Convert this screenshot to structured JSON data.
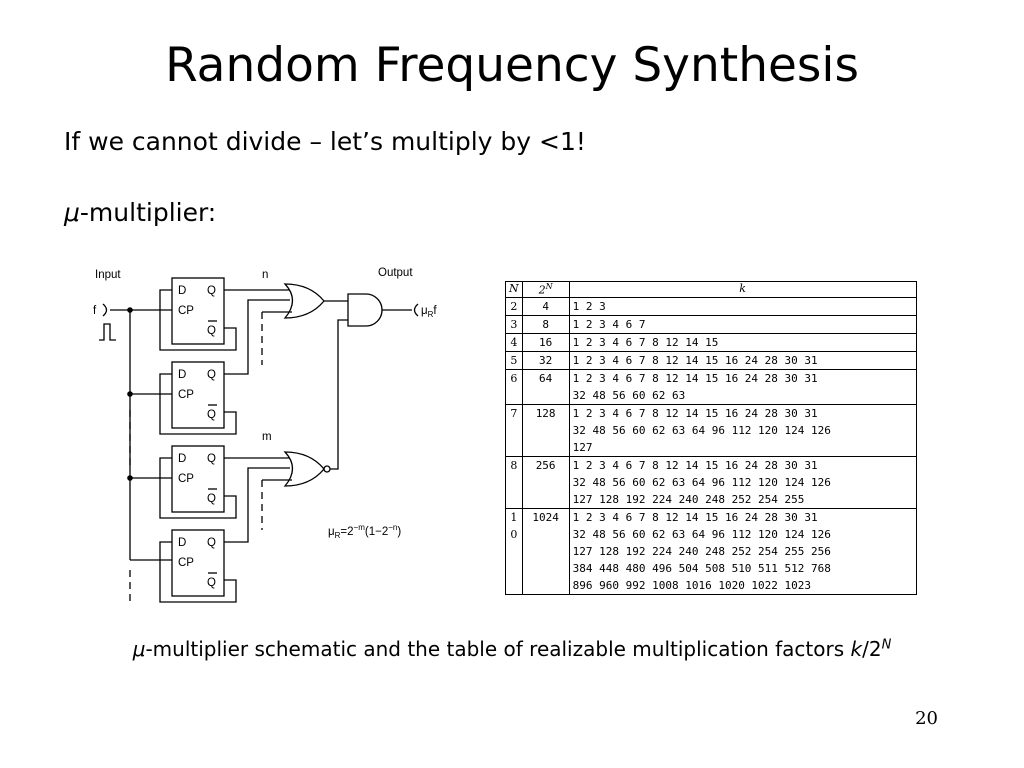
{
  "slide": {
    "title": "Random Frequency Synthesis",
    "line1": "If we cannot divide – let’s multiply by <1!",
    "line2_sym": "μ",
    "line2_rest": "-multiplier:",
    "caption_sym": "μ",
    "caption_text": "-multiplier schematic and the table of realizable multiplication factors ",
    "caption_k": "k",
    "caption_slash": "/2",
    "caption_sup": "N",
    "page_number": "20"
  },
  "schematic": {
    "input_label": "Input",
    "output_label": "Output",
    "n_label": "n",
    "m_label": "m",
    "f_label": "f",
    "ff_labels": {
      "d": "D",
      "q": "Q",
      "cp": "CP",
      "qbar": "Q"
    },
    "out_mu": "μ",
    "out_sub": "R",
    "out_f": "f",
    "formula_mu": "μ",
    "formula_sub": "R",
    "formula_base": "=2",
    "formula_exp1": "−m",
    "formula_mid": "(1−2",
    "formula_exp2": "−n",
    "formula_end": ")"
  },
  "table": {
    "headers": {
      "n": "N",
      "pow_base": "2",
      "pow_sup": "N",
      "k": "k"
    },
    "rows": [
      {
        "n": "2",
        "pow": "4",
        "k": [
          "1 2 3"
        ]
      },
      {
        "n": "3",
        "pow": "8",
        "k": [
          "1 2 3 4 6 7"
        ]
      },
      {
        "n": "4",
        "pow": "16",
        "k": [
          "1 2 3 4 6 7 8 12 14 15"
        ]
      },
      {
        "n": "5",
        "pow": "32",
        "k": [
          "1 2 3 4 6 7 8 12 14 15 16 24 28 30 31"
        ]
      },
      {
        "n": "6",
        "pow": "64",
        "k": [
          "1 2 3 4 6 7 8 12 14 15 16 24 28 30 31",
          "32 48 56 60 62 63"
        ]
      },
      {
        "n": "7",
        "pow": "128",
        "k": [
          "1 2 3 4 6 7 8 12 14 15 16 24 28 30 31",
          "32 48 56 60 62 63 64 96 112 120 124 126",
          "127"
        ]
      },
      {
        "n": "8",
        "pow": "256",
        "k": [
          "1 2 3 4 6 7 8 12 14 15 16 24 28 30 31",
          "32 48 56 60 62 63 64 96 112 120 124 126",
          "127 128 192 224 240 248 252 254 255"
        ]
      },
      {
        "n": "10",
        "pow": "1024",
        "k": [
          "1 2 3 4 6 7 8 12 14 15 16 24 28 30 31",
          "32 48 56 60 62 63 64 96 112 120 124 126",
          "127 128 192 224 240 248 252 254 255 256",
          "384 448 480 496 504 508 510 511 512 768",
          "896 960 992 1008 1016 1020 1022 1023"
        ]
      }
    ]
  }
}
